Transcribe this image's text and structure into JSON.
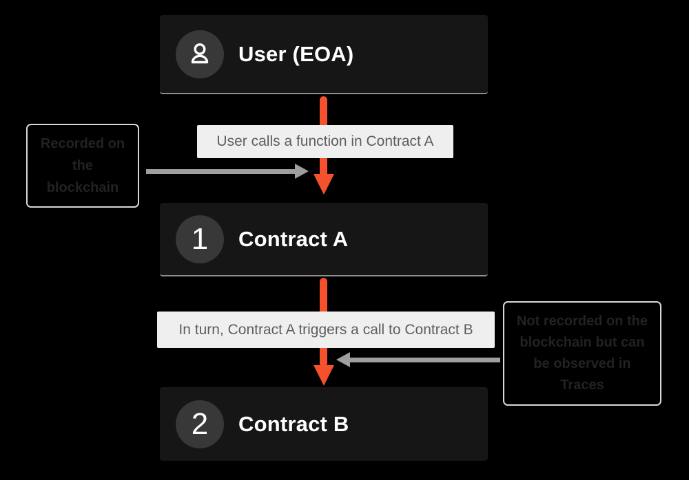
{
  "diagram_type": "blockchain-call-flow",
  "nodes": [
    {
      "id": "user",
      "icon": "user-icon",
      "badge": "",
      "title": "User (EOA)"
    },
    {
      "id": "contract-a",
      "icon": "",
      "badge": "1",
      "title": "Contract A"
    },
    {
      "id": "contract-b",
      "icon": "",
      "badge": "2",
      "title": "Contract B"
    }
  ],
  "flow_labels": [
    {
      "text": "User calls a function in Contract A"
    },
    {
      "text": "In turn, Contract A triggers a call to Contract B"
    }
  ],
  "callouts": {
    "left": {
      "text": "Recorded on the blockchain"
    },
    "right": {
      "text": "Not recorded on the blockchain but can be observed in Traces"
    }
  },
  "colors": {
    "background": "#000000",
    "node_bg": "#161616",
    "node_edge": "#8E8E8E",
    "badge_bg": "#383838",
    "node_text": "#FFFFFF",
    "label_bg": "#EFEFEF",
    "label_text": "#5E5E5E",
    "arrow_orange": "#F5512D",
    "arrow_gray": "#9E9E9E",
    "callout_border": "#D9D9D9",
    "callout_text": "#222222"
  }
}
